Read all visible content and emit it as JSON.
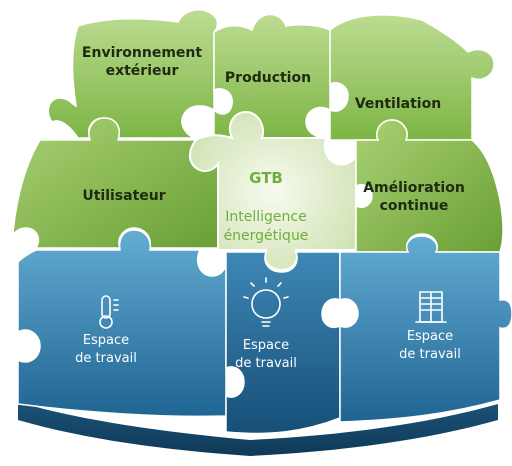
{
  "pieces": {
    "environnement": {
      "line1": "Environnement",
      "line2": "extérieur"
    },
    "production": {
      "label": "Production"
    },
    "ventilation": {
      "label": "Ventilation"
    },
    "utilisateur": {
      "label": "Utilisateur"
    },
    "gtb": {
      "title": "GTB",
      "line1": "Intelligence",
      "line2": "énergétique"
    },
    "amelioration": {
      "line1": "Amélioration",
      "line2": "continue"
    },
    "espace_left": {
      "line1": "Espace",
      "line2": "de travail",
      "icon": "thermometer-icon"
    },
    "espace_center": {
      "line1": "Espace",
      "line2": "de travail",
      "icon": "lightbulb-icon"
    },
    "espace_right": {
      "line1": "Espace",
      "line2": "de travail",
      "icon": "window-blinds-icon"
    }
  },
  "colors": {
    "green_light": "#b6d78a",
    "green_mid": "#8cc152",
    "green_dark": "#6fa43a",
    "gtb_light": "#eef4e2",
    "blue_light": "#5aa2c9",
    "blue_mid": "#2d7cab",
    "blue_dark": "#1c5f8a"
  }
}
